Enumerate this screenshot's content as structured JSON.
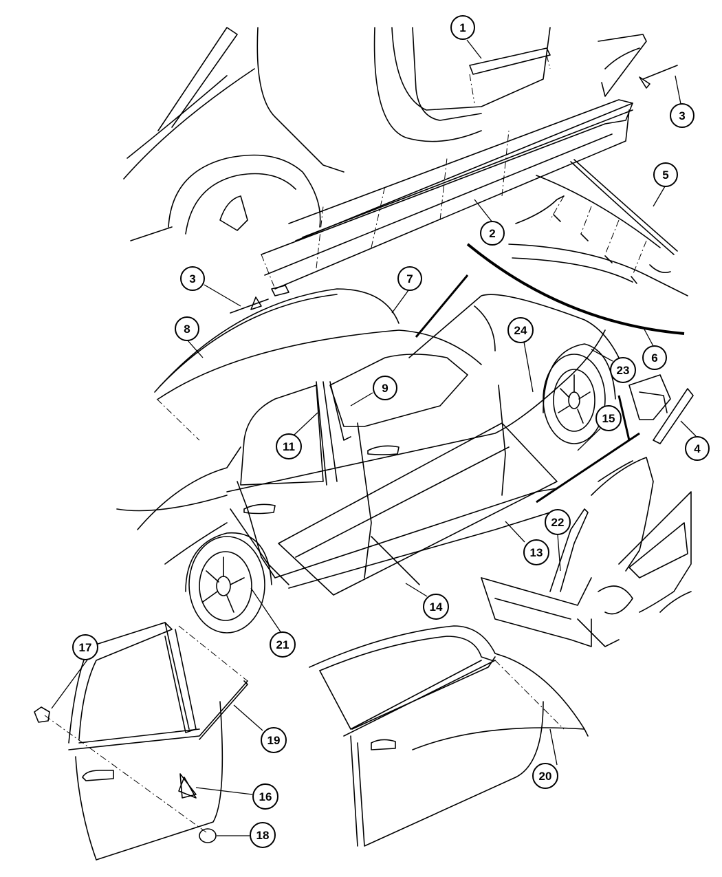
{
  "callouts": [
    {
      "id": "c1",
      "label": "1"
    },
    {
      "id": "c2",
      "label": "2"
    },
    {
      "id": "c3a",
      "label": "3"
    },
    {
      "id": "c3b",
      "label": "3"
    },
    {
      "id": "c4",
      "label": "4"
    },
    {
      "id": "c5",
      "label": "5"
    },
    {
      "id": "c6",
      "label": "6"
    },
    {
      "id": "c7",
      "label": "7"
    },
    {
      "id": "c8",
      "label": "8"
    },
    {
      "id": "c9",
      "label": "9"
    },
    {
      "id": "c11",
      "label": "11"
    },
    {
      "id": "c13",
      "label": "13"
    },
    {
      "id": "c14",
      "label": "14"
    },
    {
      "id": "c15",
      "label": "15"
    },
    {
      "id": "c16",
      "label": "16"
    },
    {
      "id": "c17",
      "label": "17"
    },
    {
      "id": "c18",
      "label": "18"
    },
    {
      "id": "c19",
      "label": "19"
    },
    {
      "id": "c20",
      "label": "20"
    },
    {
      "id": "c21",
      "label": "21"
    },
    {
      "id": "c22",
      "label": "22"
    },
    {
      "id": "c23",
      "label": "23"
    },
    {
      "id": "c24",
      "label": "24"
    }
  ]
}
